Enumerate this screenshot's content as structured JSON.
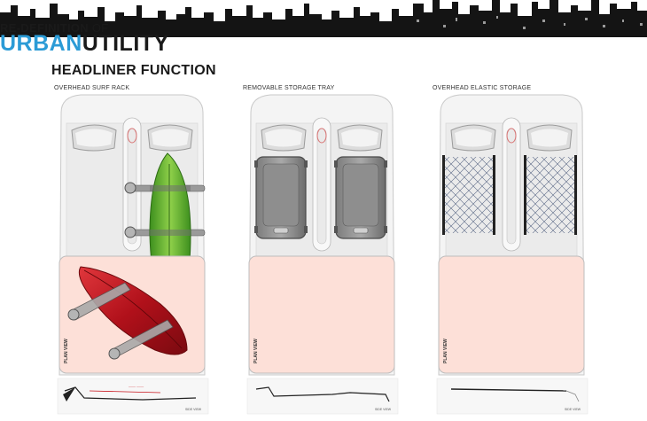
{
  "header": {
    "title_prefix": "RE-DEFINITION",
    "title_of": "OF",
    "title_urban": "URBAN",
    "title_utility": "UTILITY"
  },
  "section_title": "HEADLINER FUNCTION",
  "panels": [
    {
      "label": "OVERHEAD SURF RACK",
      "plan_view": "PLAN VIEW",
      "side_view": "SIDE VIEW"
    },
    {
      "label": "REMOVABLE STORAGE TRAY",
      "plan_view": "PLAN VIEW",
      "side_view": "SIDE VIEW"
    },
    {
      "label": "OVERHEAD ELASTIC STORAGE",
      "plan_view": "PLAN VIEW",
      "side_view": "SIDE VIEW"
    }
  ],
  "colors": {
    "accent_blue": "#2b9bd6",
    "cargo_floor": "#fde0d8",
    "surfboard_green": "#5fb332",
    "surfboard_red": "#c8141c"
  }
}
